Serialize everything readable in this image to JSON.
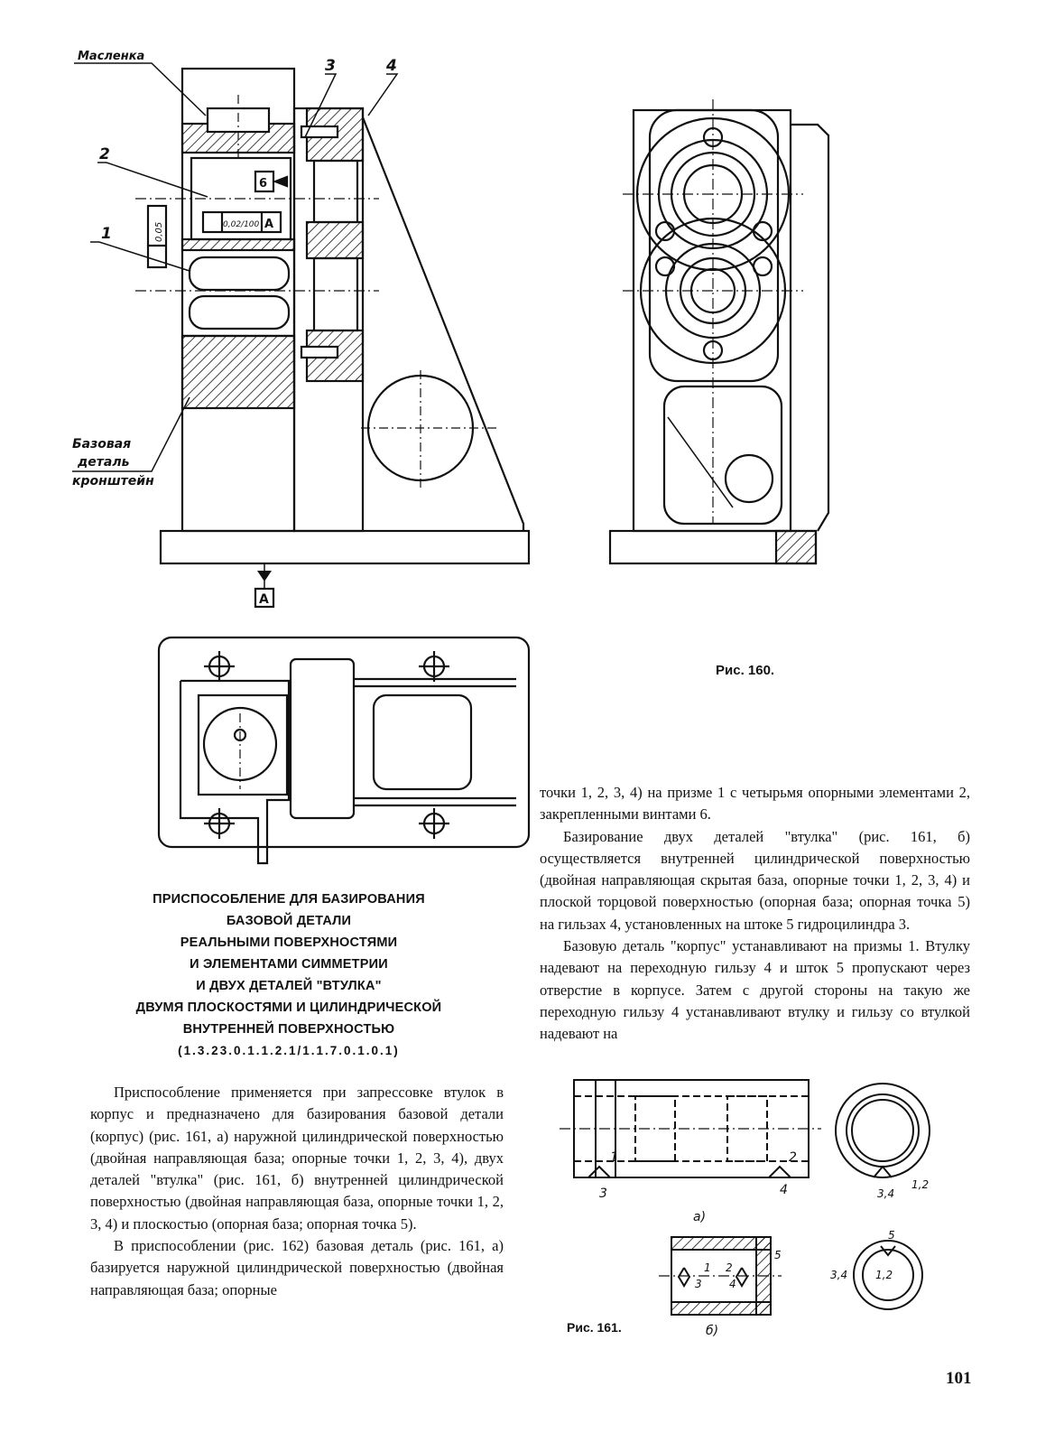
{
  "drawing_labels": {
    "oiler": "Масленка",
    "n1": "1",
    "n2": "2",
    "n3": "3",
    "n4": "4",
    "base_part_1": "Базовая",
    "base_part_2": "деталь",
    "bracket": "кронштейн",
    "datum_a": "A",
    "ref_6": "6",
    "tol_perp": "0,02/100",
    "tol_coax": "0,05",
    "fig161_3": "3",
    "fig161_4": "4",
    "fig161_1": "1",
    "fig161_2": "2",
    "fig161_34": "3,4",
    "fig161_12": "1,2",
    "fig161_a": "а)",
    "fig161_b": "б)",
    "fig161b_1": "1",
    "fig161b_2": "2",
    "fig161b_3": "3",
    "fig161b_4": "4",
    "fig161b_5": "5",
    "fig161b_34": "3,4",
    "fig161b_12": "1,2",
    "fig161b_5top": "5"
  },
  "captions": {
    "fig160": "Рис. 160.",
    "fig161": "Рис. 161."
  },
  "heading": {
    "line1": "ПРИСПОСОБЛЕНИЕ ДЛЯ БАЗИРОВАНИЯ",
    "line2": "БАЗОВОЙ ДЕТАЛИ",
    "line3": "РЕАЛЬНЫМИ ПОВЕРХНОСТЯМИ",
    "line4": "И ЭЛЕМЕНТАМИ СИММЕТРИИ",
    "line5": "И ДВУХ ДЕТАЛЕЙ \"ВТУЛКА\"",
    "line6": "ДВУМЯ ПЛОСКОСТЯМИ И ЦИЛИНДРИЧЕСКОЙ",
    "line7": "ВНУТРЕННЕЙ ПОВЕРХНОСТЬЮ",
    "code": "(1.3.23.0.1.1.2.1/1.1.7.0.1.0.1)"
  },
  "left_column": {
    "p1": "Приспособление применяется при запрессовке втулок в корпус и предназначено для базирования базовой детали (корпус) (рис. 161, а) наружной цилиндрической поверхностью (двойная направляющая база; опорные точки 1, 2, 3, 4), двух деталей \"втулка\" (рис. 161, б) внутренней цилиндрической поверхностью (двойная направляющая база, опорные точки 1, 2, 3, 4) и плоскостью (опорная база; опорная точка 5).",
    "p2": "В приспособлении (рис. 162) базовая деталь (рис. 161, а) базируется наружной цилиндрической поверхностью (двойная направляющая база; опорные"
  },
  "right_column": {
    "p1": "точки 1, 2, 3, 4) на призме 1 с четырьмя опорными элементами 2, закрепленными винтами 6.",
    "p2": "Базирование двух деталей \"втулка\" (рис. 161, б) осуществляется внутренней цилиндрической поверхностью (двойная направляющая скрытая база, опорные точки 1, 2, 3, 4) и плоской торцовой поверхностью (опорная база; опорная точка 5) на гильзах 4, установленных на штоке 5 гидроцилиндра 3.",
    "p3": "Базовую деталь \"корпус\" устанавливают на призмы 1. Втулку надевают на переходную гильзу 4 и шток 5 пропускают через отверстие в корпусе. Затем с другой стороны на такую же переходную гильзу 4 устанавливают втулку и гильзу со втулкой надевают на"
  },
  "page_number": "101"
}
